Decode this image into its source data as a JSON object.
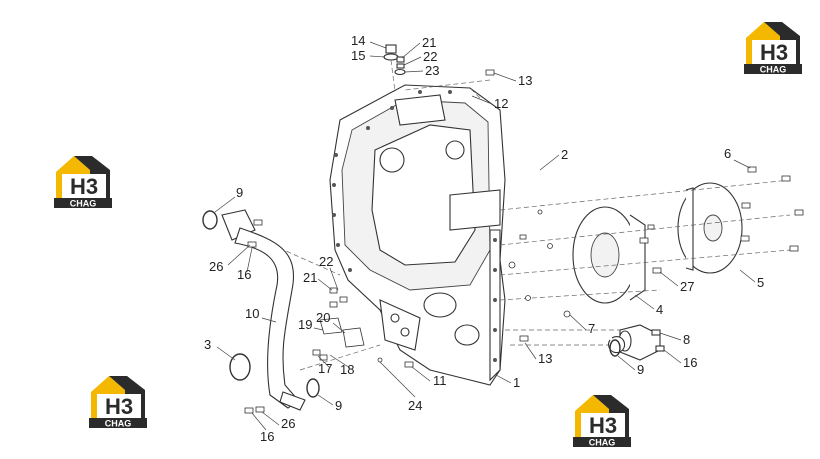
{
  "diagram": {
    "part_numbers": [
      "1",
      "2",
      "3",
      "4",
      "5",
      "6",
      "7",
      "8",
      "9",
      "9",
      "9",
      "10",
      "11",
      "12",
      "13",
      "13",
      "14",
      "15",
      "16",
      "16",
      "16",
      "17",
      "18",
      "19",
      "20",
      "21",
      "21",
      "22",
      "22",
      "23",
      "24",
      "26",
      "26",
      "27"
    ]
  },
  "watermark": {
    "logo_mark": "H3",
    "logo_text": "CHAG",
    "colors": {
      "yellow": "#f5b800",
      "dark": "#2b2b2b",
      "white": "#ffffff"
    }
  }
}
